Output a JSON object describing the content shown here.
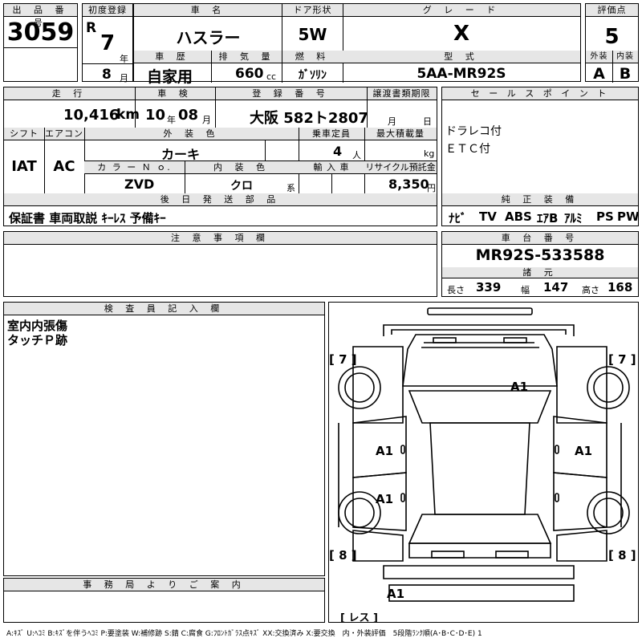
{
  "header": {
    "lot_label": "出 品 番 号",
    "lot_no": "3059",
    "first_reg_label": "初度登録",
    "era": "R",
    "year_val": "7",
    "year_unit": "年",
    "month_val": "8",
    "month_unit": "月",
    "car_name_label": "車 名",
    "car_name": "ハスラー",
    "door_label": "ドア形状",
    "door": "5W",
    "grade_label": "グ レ ー ド",
    "grade": "X",
    "score_label": "評価点",
    "score": "5",
    "history_label": "車 歴",
    "history": "自家用",
    "displacement_label": "排 気 量",
    "displacement": "660",
    "displacement_unit": "cc",
    "fuel_label": "燃 料",
    "fuel": "ｶﾞｿﾘﾝ",
    "model_label": "型 式",
    "model": "5AA-MR92S",
    "ext_label": "外装",
    "ext_grade": "A",
    "int_label": "内装",
    "int_grade": "B"
  },
  "details": {
    "mileage_label": "走 行",
    "mileage": "10,416",
    "mileage_unit": "km",
    "inspection_label": "車 検",
    "insp_year": "10",
    "insp_year_unit": "年",
    "insp_month": "08",
    "insp_month_unit": "月",
    "plate_label": "登 録 番 号",
    "plate": "大阪 582ト2807",
    "transfer_label": "譲渡書類期限",
    "transfer_month_unit": "月",
    "transfer_day_unit": "日",
    "shift_label": "シフト",
    "shift": "IAT",
    "ac_label": "エアコン",
    "ac": "AC",
    "color_label": "外 装 色",
    "color": "カーキ",
    "capacity_label": "乗車定員",
    "capacity": "4",
    "capacity_unit": "人",
    "load_label": "最大積載量",
    "load_unit": "kg",
    "color_no_label": "カ ラ ー Ｎ ｏ.",
    "color_no": "ZVD",
    "int_color_label": "内 装 色",
    "int_color": "クロ",
    "int_color_unit": "系",
    "import_label": "輸 入 車",
    "recycle_label": "リサイクル預託金",
    "recycle": "8,350",
    "recycle_unit": "円",
    "later_label": "後 日 発 送 部 品",
    "later_items": "保証書 車両取説 ｷｰﾚｽ 予備ｷｰ"
  },
  "sales": {
    "label": "セ ー ル ス ポ イ ン ト",
    "points": [
      "ドラレコ付",
      "ＥＴＣ付"
    ],
    "equip_label": "純 正 装 備",
    "equip": [
      "ﾅﾋﾞ",
      "TV",
      "ABS",
      "ｴｱB",
      "ｱﾙﾐ",
      "PS",
      "PW"
    ],
    "chassis_label": "車 台 番 号",
    "chassis": "MR92S-533588",
    "dims_label": "諸 元",
    "length_label": "長さ",
    "length": "339",
    "width_label": "幅",
    "width": "147",
    "height_label": "高さ",
    "height": "168"
  },
  "notes": {
    "label": "注 意 事 項 欄"
  },
  "inspector": {
    "label": "検 査 員 記 入 欄",
    "lines": [
      "室内内張傷",
      "タッチＰ跡"
    ]
  },
  "office": {
    "label": "事 務 局 よ り ご 案 内"
  },
  "diagram": {
    "marks": [
      "[ 7 ]",
      "[ 7 ]",
      "[ 8 ]",
      "[ 8 ]",
      "[ レス ]"
    ],
    "damage": [
      "A1",
      "A1",
      "A1",
      "A1",
      "A1"
    ]
  },
  "legend": "A:ｷｽﾞ U:ﾍｺﾐ B:ｷｽﾞを伴うﾍｺﾐ P:要塗装 W:補修跡 S:錆 C:腐食 G:ﾌﾛﾝﾄｶﾞﾗｽ点ｷｽﾞ XX:交換済み X:要交換　内・外装評価　5段階ﾗﾝｸ順(A･B･C･D･E) 1"
}
